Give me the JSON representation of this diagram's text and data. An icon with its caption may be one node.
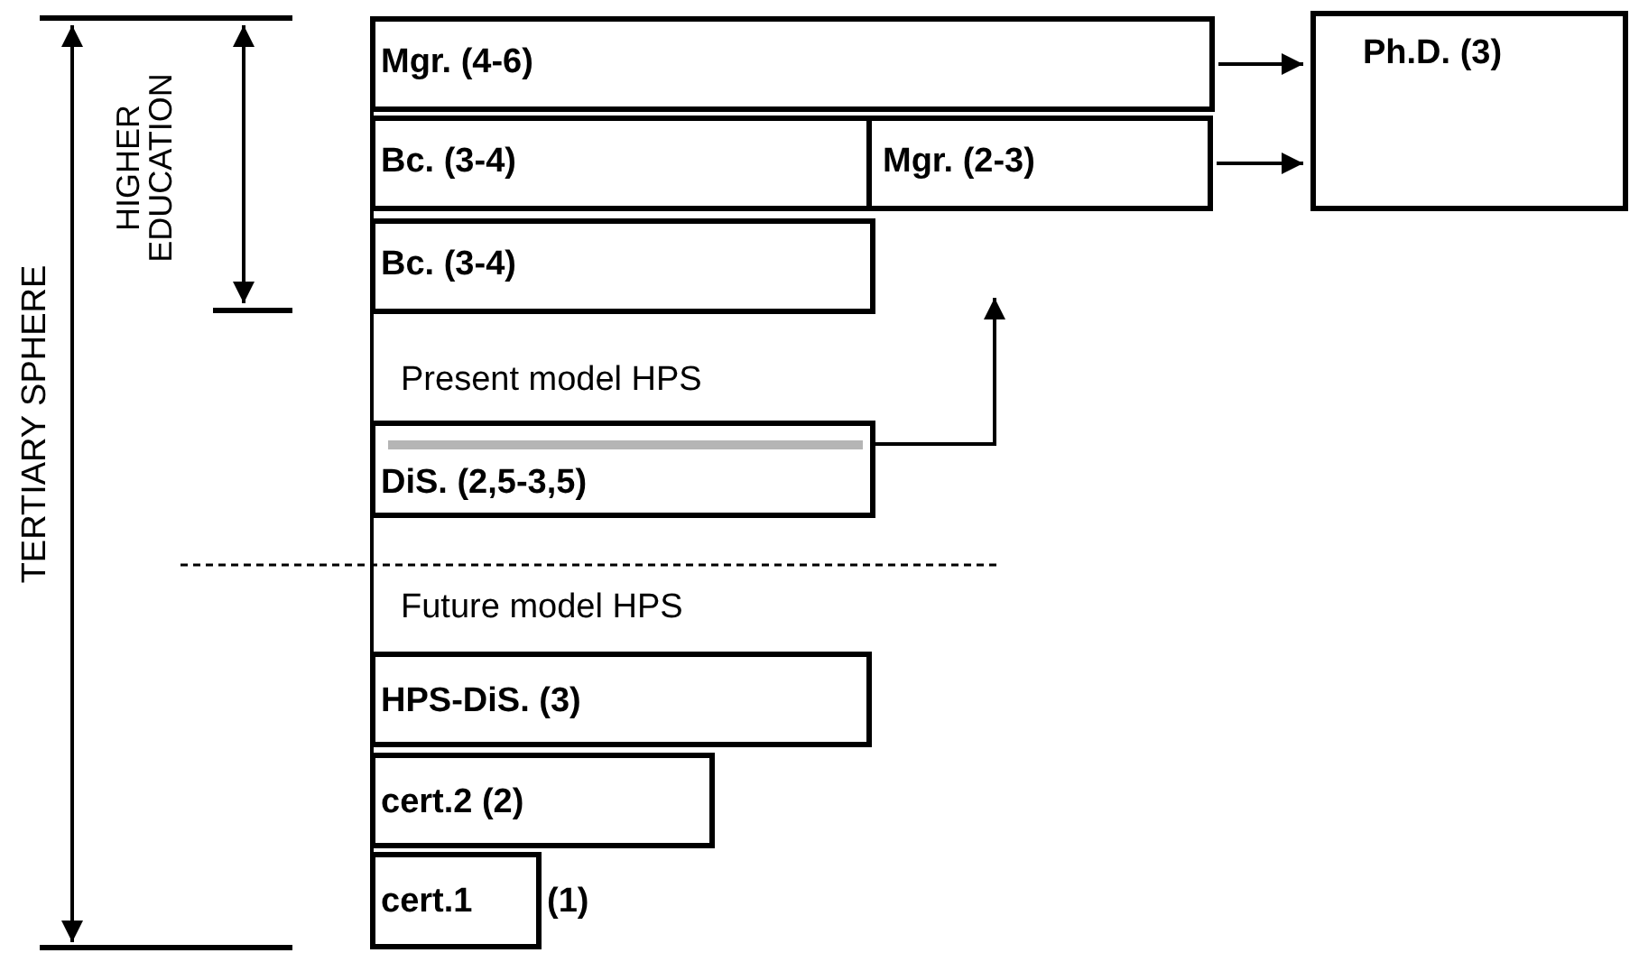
{
  "diagram": {
    "nodes": [
      {
        "text": [
          "Mgr. (4-6)"
        ]
      },
      {
        "text": [
          "Bc. (3-4)"
        ]
      },
      {
        "text": [
          "Mgr. (2-3)"
        ]
      },
      {
        "text": [
          "Ph.D. (3)"
        ]
      },
      {
        "text": [
          "Bc. (3-4)"
        ]
      },
      {
        "text": [
          "DiS. (2,5-3,5)"
        ]
      },
      {
        "text": [
          "HPS-DiS. (3)"
        ]
      },
      {
        "text": [
          "cert.2 (2)"
        ]
      },
      {
        "text": [
          "cert.1"
        ],
        "beside": [
          "(1)"
        ]
      }
    ],
    "edges": [
      {
        "from": 0,
        "to": 3,
        "arrow": "to"
      },
      {
        "from": 2,
        "to": 3,
        "arrow": "to"
      },
      {
        "from": 5,
        "to": null,
        "arrow": "to"
      }
    ],
    "labels": [
      "TERTIARY SPHERE",
      "HIGHER EDUCATION",
      "Present model HPS",
      "Future model HPS"
    ]
  }
}
